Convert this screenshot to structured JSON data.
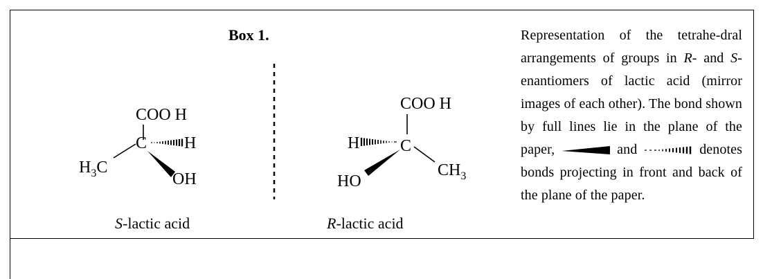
{
  "title": "Box 1.",
  "left_molecule": {
    "top_group": "COO H",
    "center": "C",
    "right_group": "H",
    "left_group_main": "H",
    "left_group_sub": "3",
    "left_group_end": "C",
    "bottom_group": "OH",
    "label_italic": "S",
    "label_rest": "-lactic acid"
  },
  "right_molecule": {
    "top_group": "COO H",
    "center": "C",
    "left_group": "H",
    "right_group_main": "CH",
    "right_group_sub": "3",
    "bottom_group": "HO",
    "label_italic": "R",
    "label_rest": "-lactic acid"
  },
  "description": {
    "part1": "Representation of the tetrahe-dral arrangements of groups in ",
    "r_italic": "R",
    "part2": "- and ",
    "s_italic": "S",
    "part3": "-enantiomers of lactic acid (mirror images of each other). The bond shown by full lines lie in the plane of the paper, ",
    "and_word": " and ",
    "part4": " denotes bonds projecting in front and back of the plane of the paper."
  }
}
